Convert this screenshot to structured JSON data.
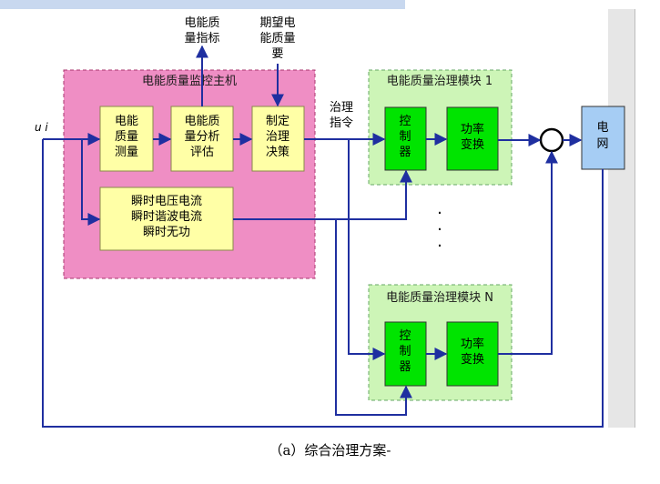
{
  "top_inputs": {
    "indicator": [
      "电能质",
      "量指标"
    ],
    "expected": [
      "期望电",
      "能质量",
      "要"
    ]
  },
  "monitor": {
    "title": "电能质量监控主机",
    "measure": [
      "电能",
      "质量",
      "测量"
    ],
    "analysis": [
      "电能质",
      "量分析",
      "评估"
    ],
    "decision": [
      "制定",
      "治理",
      "决策"
    ],
    "instant": [
      "瞬时电压电流",
      "瞬时谐波电流",
      "瞬时无功"
    ]
  },
  "command": [
    "治理",
    "指令"
  ],
  "input_signal": "u i",
  "module1": {
    "title": "电能质量治理模块 1",
    "controller": [
      "控",
      "制",
      "器"
    ],
    "power": [
      "功率",
      "变换"
    ]
  },
  "moduleN": {
    "title": "电能质量治理模块 N",
    "controller": [
      "控",
      "制",
      "器"
    ],
    "power": [
      "功率",
      "变换"
    ]
  },
  "grid": [
    "电",
    "网"
  ],
  "ellipsis": [
    "·",
    "·",
    "·"
  ],
  "caption": "（a）综合治理方案-",
  "colors": {
    "pink": "#ef8ec4",
    "yellow": "#ffffa6",
    "green": "#00e400",
    "module_bg": "#cdf5b7",
    "line": "#1f2fa0",
    "grid_box": "#a6cdf4"
  }
}
